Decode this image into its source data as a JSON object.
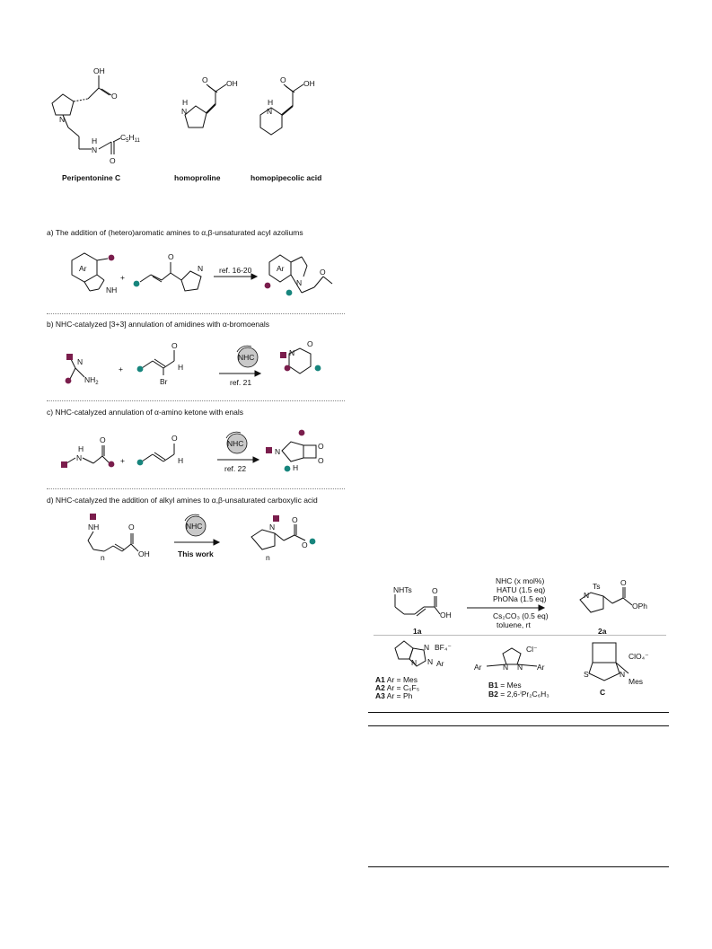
{
  "top": {
    "compounds": [
      {
        "name": "Peripentonine C",
        "oh": "OH",
        "o": "O",
        "n": "N",
        "nh": "H",
        "nh2": "N",
        "c5": "C",
        "c5sub": "5",
        "h11": "H",
        "h11sub": "11",
        "o2": "O"
      },
      {
        "name": "homoproline",
        "oh": "OH",
        "o": "O",
        "nh": "H",
        "n": "N"
      },
      {
        "name": "homopipecolic acid",
        "oh": "OH",
        "o": "O",
        "nh": "H",
        "n": "N"
      }
    ]
  },
  "schemes": [
    {
      "caption_prefix": "a) The addition of (hetero)aromatic amines to ",
      "caption_greek": "α,β",
      "caption_suffix": "-unsaturated acyl azoliums",
      "arrow_label": "ref. 16-20",
      "plus": "+",
      "ar": "Ar",
      "nh": "NH",
      "o": "O",
      "n": "N"
    },
    {
      "caption_prefix": "b) NHC-catalyzed [3+3] annulation of amidines with ",
      "caption_greek": "α",
      "caption_suffix": "-bromoenals",
      "catalyst": "NHC",
      "arrow_label": "ref. 21",
      "plus": "+",
      "n": "N",
      "nh2": "NH",
      "nh2sub": "2",
      "br": "Br",
      "o": "O",
      "h": "H"
    },
    {
      "caption_prefix": "c) NHC-catalyzed annulation of ",
      "caption_greek": "α",
      "caption_suffix": "-amino ketone with enals",
      "catalyst": "NHC",
      "arrow_label": "ref. 22",
      "plus": "+",
      "n": "N",
      "h": "H",
      "o": "O"
    },
    {
      "caption_prefix": "d) NHC-catalyzed the addition of alkyl amines to ",
      "caption_greek": "α,β",
      "caption_suffix": "-unsaturated carboxylic acid",
      "catalyst": "NHC",
      "arrow_label": "This work",
      "nh": "NH",
      "n": "N",
      "sub_n": "n",
      "oh": "OH",
      "o": "O"
    }
  ],
  "reaction": {
    "conditions": [
      "NHC (x mol%)",
      "HATU (1.5 eq)",
      "PhONa (1.5 eq)",
      "Cs₂CO₃ (0.5 eq)",
      "toluene, rt"
    ],
    "sm_label": "1a",
    "sm_group": "NHTs",
    "sm_oh": "OH",
    "sm_o": "O",
    "product_label": "2a",
    "product_ts": "Ts",
    "product_n": "N",
    "product_oph": "OPh",
    "product_o": "O",
    "catalysts": {
      "a_anion": "BF₄⁻",
      "a_ar": "Ar",
      "a_n": "N",
      "a_lines": [
        {
          "code": "A1",
          "text": "Ar = Mes"
        },
        {
          "code": "A2",
          "text": "Ar = C₆F₅"
        },
        {
          "code": "A3",
          "text": "Ar = Ph"
        }
      ],
      "b_anion": "Cl⁻",
      "b_ar": "Ar",
      "b_n": "N",
      "b_lines": [
        {
          "code": "B1",
          "text": "= Mes"
        },
        {
          "code": "B2",
          "text": "= 2,6-ⁱPr₂C₆H₃"
        }
      ],
      "c_anion": "ClO₄⁻",
      "c_mes": "Mes",
      "c_n": "N",
      "c_s": "S",
      "c_label": "C"
    }
  },
  "colors": {
    "maroon": "#7a1d4c",
    "teal": "#17857d",
    "gray_circle": "#c9c9c9",
    "dots": "#888888"
  }
}
